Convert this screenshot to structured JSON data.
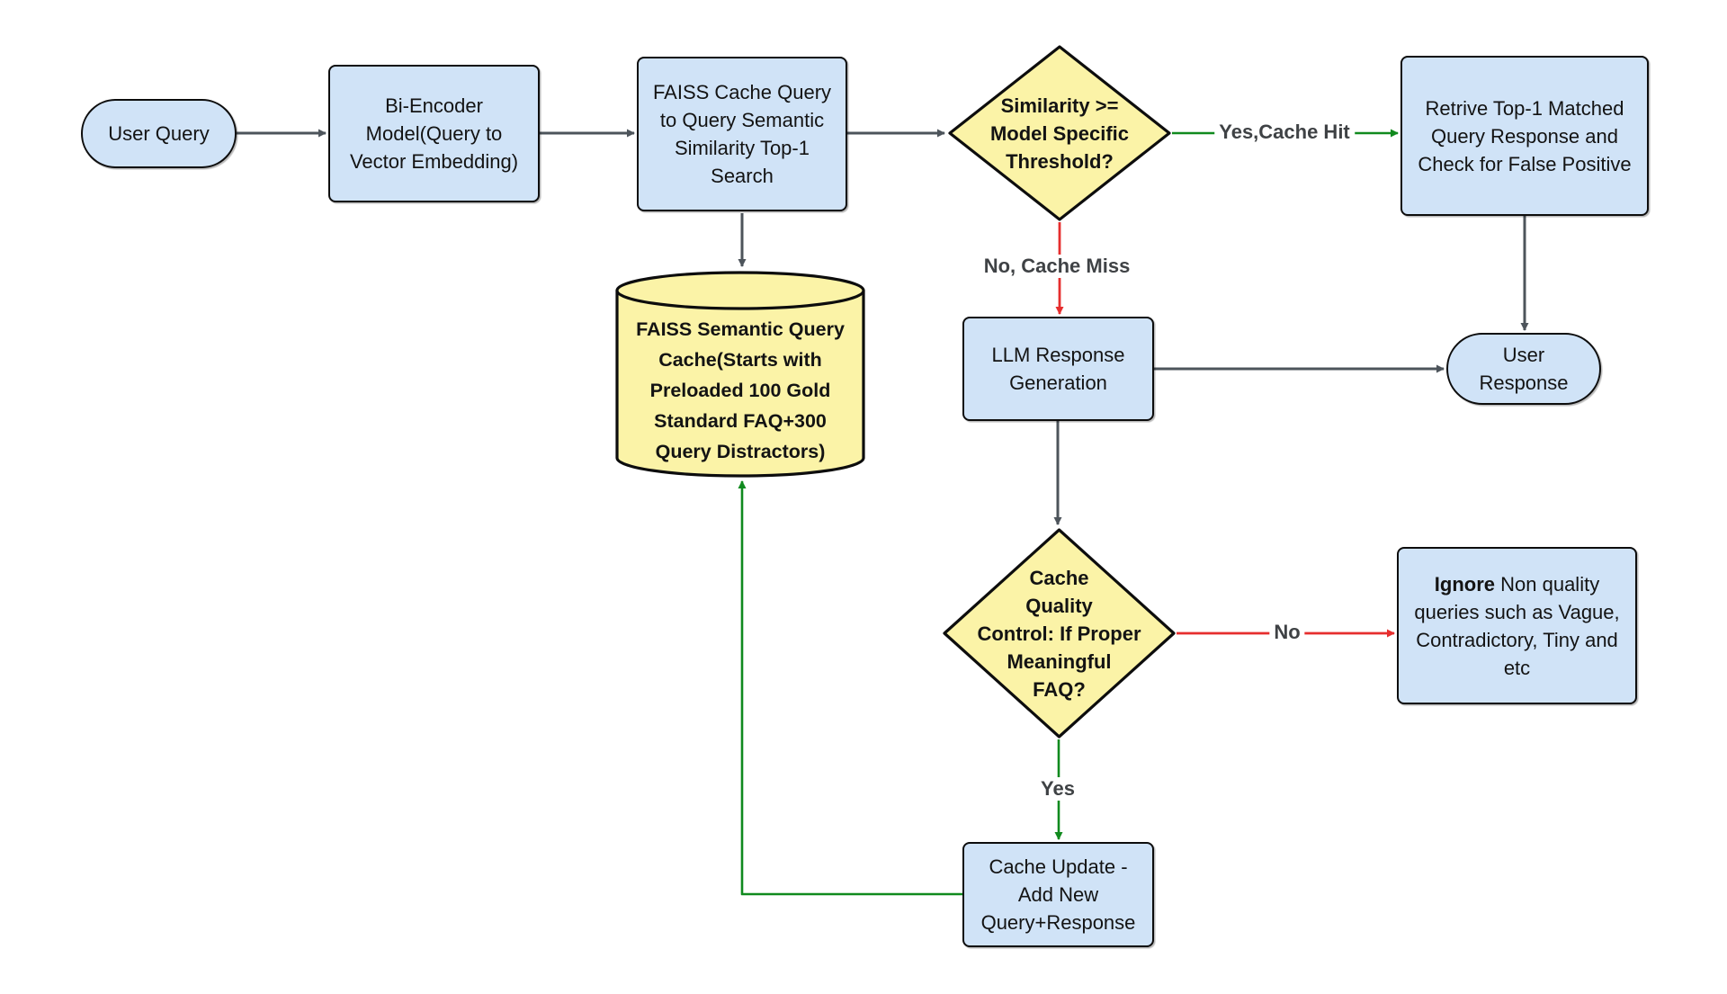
{
  "diagram": {
    "background": "#ffffff",
    "colors": {
      "process_fill": "#d0e3f7",
      "decision_fill": "#fbf3a7",
      "shape_border": "#0d0d0d",
      "arrow_default": "#4d545b",
      "arrow_yes_green": "#108a1e",
      "arrow_no_red": "#e62e2e",
      "edge_label_color": "#3f4245"
    },
    "nodes": {
      "user_query": {
        "shape": "terminator",
        "label": "User Query"
      },
      "bi_encoder": {
        "shape": "process",
        "label": "Bi-Encoder\nModel(Query to\nVector Embedding)"
      },
      "faiss_search": {
        "shape": "process",
        "label": "FAISS Cache Query\nto Query Semantic\nSimilarity Top-1\nSearch"
      },
      "similarity_decision": {
        "shape": "decision",
        "label": "Similarity >=\nModel Specific\nThreshold?"
      },
      "retrieve_top1": {
        "shape": "process",
        "label": "Retrive Top-1 Matched\nQuery Response and\nCheck for False Positive"
      },
      "faiss_cache": {
        "shape": "database",
        "label": "FAISS Semantic Query\nCache(Starts with\nPreloaded 100 Gold\nStandard FAQ+300\nQuery Distractors)"
      },
      "llm_generation": {
        "shape": "process",
        "label": "LLM Response\nGeneration"
      },
      "user_response": {
        "shape": "terminator",
        "label": "User\nResponse"
      },
      "quality_decision": {
        "shape": "decision",
        "label": "Cache\nQuality\nControl: If Proper\nMeaningful\nFAQ?"
      },
      "ignore_queries": {
        "shape": "process",
        "label_bold": "Ignore",
        "label_rest": " Non quality queries such as Vague, Contradictory, Tiny and etc"
      },
      "cache_update": {
        "shape": "process",
        "label": "Cache Update -\nAdd New\nQuery+Response"
      }
    },
    "edge_labels": {
      "yes_cache_hit": "Yes,Cache Hit",
      "no_cache_miss": "No, Cache Miss",
      "no": "No",
      "yes": "Yes"
    }
  }
}
